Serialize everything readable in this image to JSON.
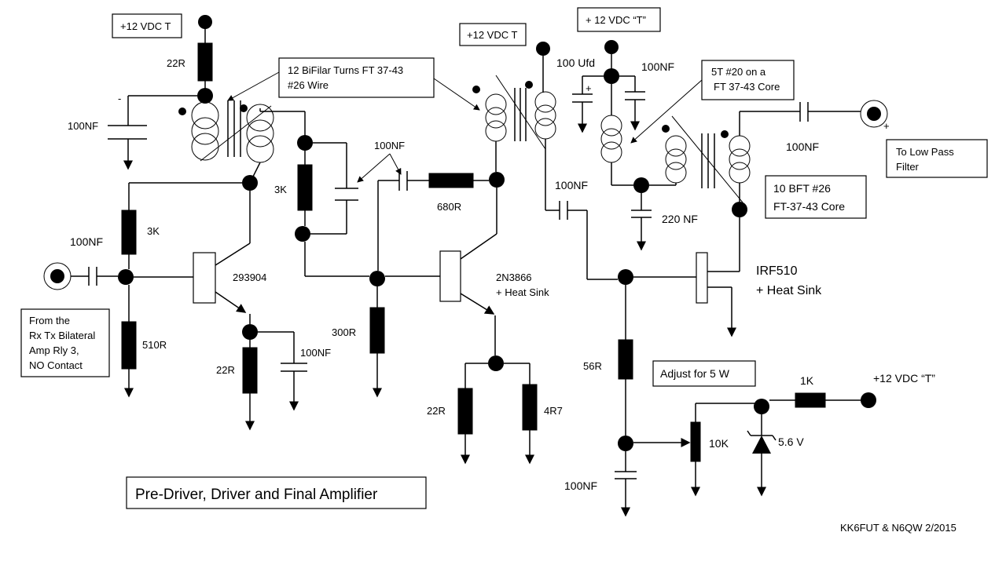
{
  "title": "Pre-Driver, Driver and Final Amplifier",
  "credit": "KK6FUT & N6QW 2/2015",
  "supply_labels": {
    "predriver": "+12 VDC T",
    "driver": "+12 VDC T",
    "final": "+ 12 VDC “T”",
    "bias": "+12 VDC “T”"
  },
  "notes": {
    "bifilar": [
      "12  BiFilar Turns FT 37-43",
      "#26 Wire"
    ],
    "output_xfmr": [
      "5T #20 on a",
      "FT 37-43 Core"
    ],
    "bft": [
      "10 BFT #26",
      "FT-37-43 Core"
    ],
    "low_pass": [
      "To Low Pass",
      "Filter"
    ],
    "input": [
      "From the",
      "Rx Tx Bilateral",
      "Amp Rly 3,",
      "NO Contact"
    ],
    "adjust": "Adjust for 5 W"
  },
  "components": {
    "r_22r_top": "22R",
    "c_100nf_topleft": "100NF",
    "c_100nf_input": "100NF",
    "r_3k_base": "3K",
    "r_510r": "510R",
    "q1": "293904",
    "r_22r_emitter": "22R",
    "c_100nf_emitter": "100NF",
    "r_3k_feedback": "3K",
    "c_100nf_coupling": "100NF",
    "r_680r": "680R",
    "r_300r": "300R",
    "q2": "2N3866",
    "q2_note": "+ Heat Sink",
    "r_22r_driver": "22R",
    "r_4r7": "4R7",
    "c_100ufd": "100 Ufd",
    "c_100nf_final_top": "100NF",
    "c_100nf_gate": "100NF",
    "c_220nf": "220 NF",
    "q3": "IRF510",
    "q3_note": "+ Heat Sink",
    "r_56r": "56R",
    "r_1k": "1K",
    "pot_10k": "10K",
    "zener": "5.6 V",
    "c_100nf_bottom": "100NF",
    "c_100nf_output": "100NF"
  },
  "plus_marks": {
    "electrolytic": "+",
    "output": "+",
    "topleft": "-"
  }
}
